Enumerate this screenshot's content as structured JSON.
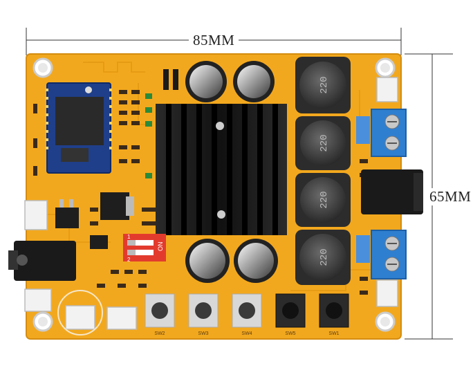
{
  "dimensions": {
    "width_label": "85MM",
    "height_label": "65MM"
  },
  "inductors": [
    "220",
    "220",
    "220",
    "220"
  ],
  "dip_switch": {
    "on_label": "ON",
    "positions": [
      "1",
      "2"
    ]
  },
  "buttons": [
    "SW1",
    "SW2",
    "SW3",
    "SW4",
    "SW5"
  ],
  "colors": {
    "pcb": "#f2a81e",
    "heatsink": "#1c1c1c",
    "terminal": "#2f7fd0",
    "dip": "#e23b2e",
    "module": "#1f3f8a",
    "inductor": "#3a3a3a"
  }
}
